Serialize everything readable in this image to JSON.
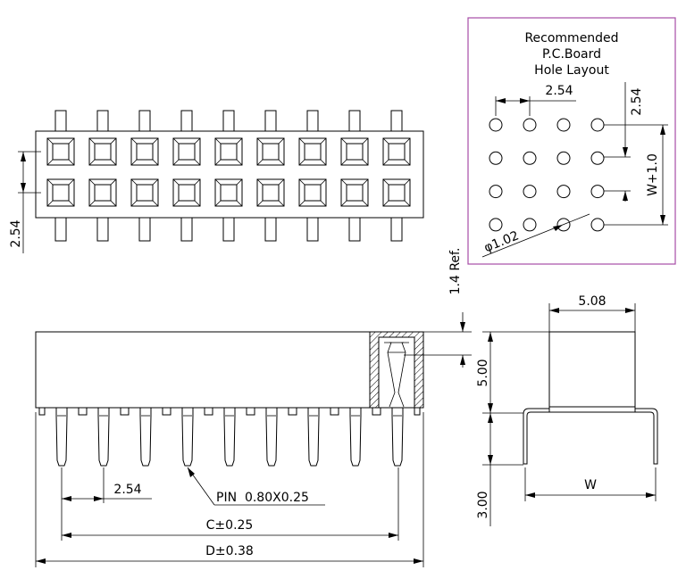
{
  "colors": {
    "line": "#000000",
    "frame": "#a64ca6",
    "background": "#ffffff"
  },
  "top_view": {
    "pitch_label": "2.54",
    "columns": 9,
    "rows": 2
  },
  "front_view": {
    "pitch_label": "2.54",
    "pin_label": "PIN  0.80X0.25",
    "c_label": "C±0.25",
    "d_label": "D±0.38",
    "ref_label": "1.4 Ref.",
    "pin_count": 9
  },
  "side_view": {
    "width_label": "5.08",
    "height_label": "5.00",
    "tail_label": "3.00",
    "w_label": "W"
  },
  "pcb_layout": {
    "title_lines": [
      "Recommended",
      "P.C.Board",
      "Hole Layout"
    ],
    "h_pitch_label": "2.54",
    "v_pitch_label": "2.54",
    "w_label": "W+1.0",
    "hole_label": "φ1.02",
    "columns": 4,
    "rows": 4
  }
}
